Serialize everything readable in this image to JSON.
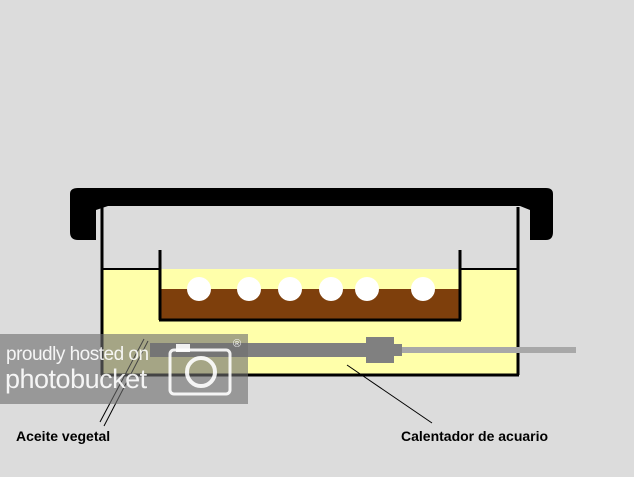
{
  "labels": {
    "oil": "Aceite vegetal",
    "heater": "Calentador de acuario"
  },
  "watermark": {
    "line1": "proudly hosted on",
    "line2": "photobucket",
    "reg": "®"
  },
  "colors": {
    "background": "#dcdcdc",
    "oil": "#ffffaa",
    "food": "#7e3f0c",
    "eggs": "#ffffff",
    "heater_body": "#808080",
    "heater_cable": "#a8a8a8",
    "outline": "#000000"
  }
}
